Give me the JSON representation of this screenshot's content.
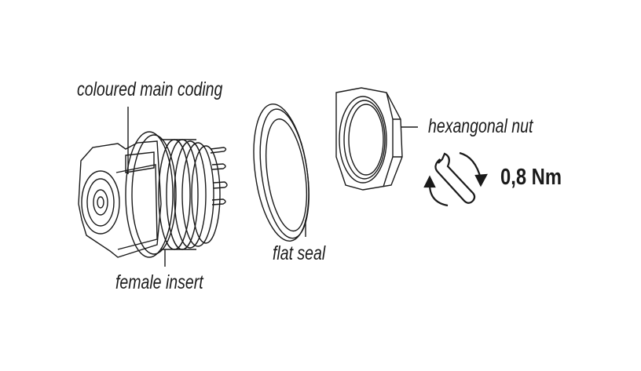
{
  "labels": {
    "main_coding": "coloured main coding",
    "female_insert": "female insert",
    "flat_seal": "flat seal",
    "hex_nut": "hexangonal nut",
    "torque": "0,8 Nm"
  },
  "icons": {
    "wrench": "wrench-with-rotation-arrows-icon"
  },
  "colors": {
    "line": "#1a1a1a",
    "background": "#ffffff"
  }
}
